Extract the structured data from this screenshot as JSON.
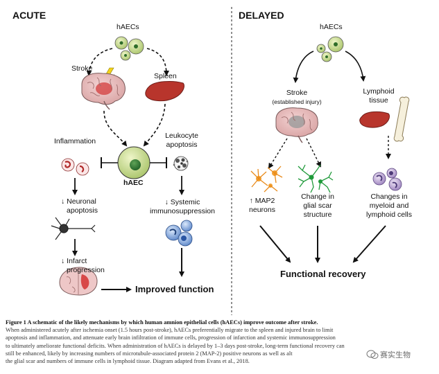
{
  "acute": {
    "header": "ACUTE",
    "haecs": "hAECs",
    "stroke": "Stroke",
    "spleen": "Spleen",
    "inflammation": "Inflammation",
    "leukocyte_line1": "Leukocyte",
    "leukocyte_line2": "apoptosis",
    "haec": "hAEC",
    "neuronal_line1": "↓ Neuronal",
    "neuronal_line2": "apoptosis",
    "systemic_line1": "↓ Systemic",
    "systemic_line2": "immunosuppression",
    "infarct_line1": "↓ Infarct",
    "infarct_line2": "progression",
    "improved": "Improved function"
  },
  "delayed": {
    "header": "DELAYED",
    "haecs": "hAECs",
    "stroke": "Stroke",
    "stroke_sub": "(established injury)",
    "lymphoid_line1": "Lymphoid",
    "lymphoid_line2": "tissue",
    "map2_line1": "↑ MAP2",
    "map2_line2": "neurons",
    "glial_line1": "Change in",
    "glial_line2": "glial scar",
    "glial_line3": "structure",
    "myeloid_line1": "Changes in",
    "myeloid_line2": "myeloid and",
    "myeloid_line3": "lymphoid cells",
    "functional": "Functional recovery"
  },
  "caption": {
    "title": "Figure 1 A schematic of the likely mechanisms by which human amnion epithelial cells (hAECs) improve outcome after stroke.",
    "line1": "When administered acutely after ischemia onset (1.5 hours post-stroke), hAECs preferentially migrate to the spleen and injured brain to limit",
    "line2": "apoptosis and inflammation, and attenuate early brain infiltration of immune cells, progression of infarction and systemic immunosuppression",
    "line3": "to ultimately ameliorate functional deficits. When administration of hAECs is delayed by 1–3 days post-stroke, long-term functional recovery can",
    "line4": "still be enhanced, likely by increasing numbers of microtubule-associated protein 2 (MAP-2) positive neurons as well as alt",
    "line5": "the glial scar and numbers of immune cells in lymphoid tissue. Diagram adapted from Evans et al., 2018."
  },
  "watermark": "赛实生物"
}
